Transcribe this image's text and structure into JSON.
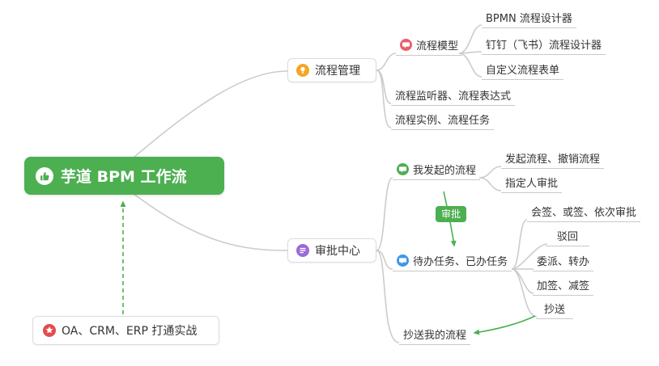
{
  "root": {
    "label": "芋道 BPM 工作流"
  },
  "process_management": {
    "label": "流程管理",
    "process_model": {
      "label": "流程模型",
      "items": [
        "BPMN 流程设计器",
        "钉钉（飞书）流程设计器",
        "自定义流程表单"
      ]
    },
    "listener": "流程监听器、流程表达式",
    "instance": "流程实例、流程任务"
  },
  "approval_center": {
    "label": "审批中心",
    "my_initiated": {
      "label": "我发起的流程",
      "items": [
        "发起流程、撤销流程",
        "指定人审批"
      ]
    },
    "approval_badge": "审批",
    "todo": {
      "label": "待办任务、已办任务",
      "items": [
        "会签、或签、依次审批",
        "驳回",
        "委派、转办",
        "加签、减签",
        "抄送"
      ]
    },
    "cc_my_process": "抄送我的流程"
  },
  "note": {
    "label": "OA、CRM、ERP 打通实战"
  },
  "colors": {
    "root_bg": "#4caf50",
    "green": "#4caf50",
    "connector": "#cccccc",
    "node_border": "#dcdcdc",
    "text": "#333333",
    "icon_orange": "#f5a623",
    "icon_pink": "#ea5d6d",
    "icon_green": "#4fae55",
    "icon_blue": "#3d96ea",
    "icon_purple": "#9a6bd6",
    "icon_red": "#e54b4b"
  }
}
